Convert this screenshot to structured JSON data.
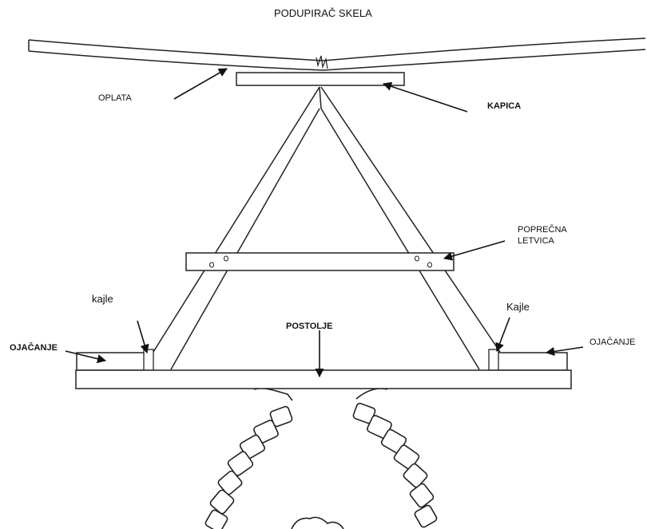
{
  "diagram": {
    "labels": {
      "title": "PODUPIRAČ SKELA",
      "oplata": "OPLATA",
      "kapica": "KAPICA",
      "poprecna_line1": "POPREČNA",
      "poprecna_line2": "LETVICA",
      "kajle_left": "kajle",
      "kajle_right": "Kajle",
      "postolje": "POSTOLJE",
      "ojacanje_left": "OJAČANJE",
      "ojacanje_right": "OJAČANJE"
    },
    "colors": {
      "line": "#1a1a1a",
      "wood_fill": "#ffffff",
      "background": "#ffffff"
    }
  }
}
